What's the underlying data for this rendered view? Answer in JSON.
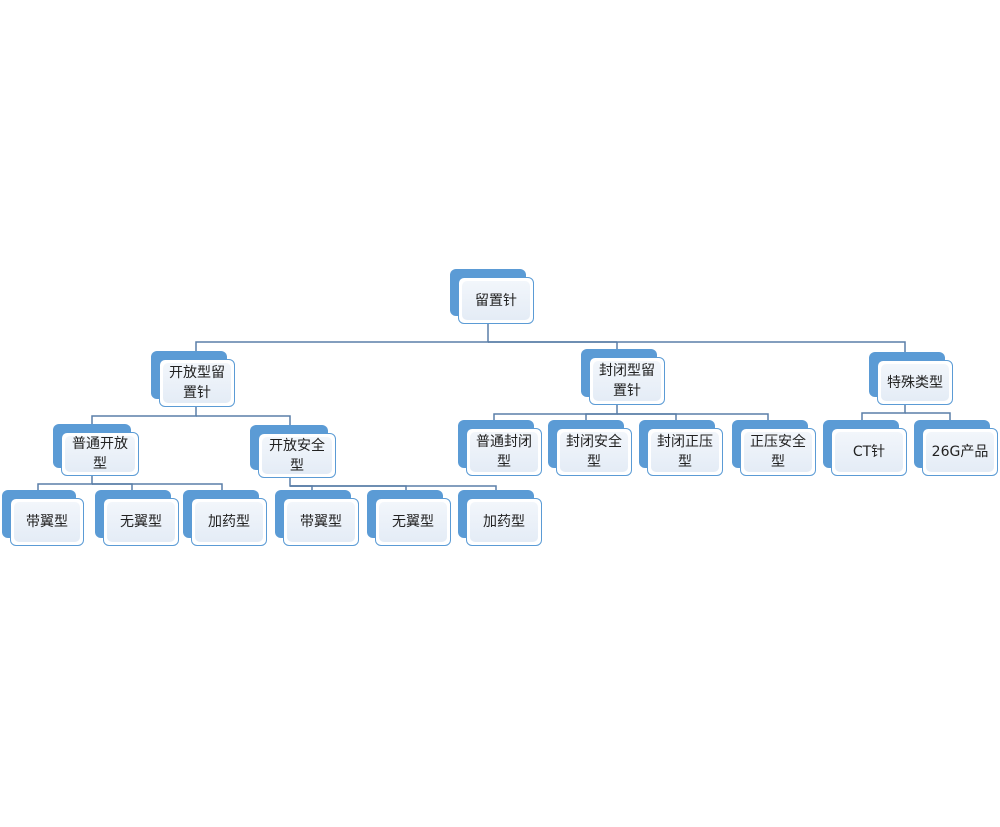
{
  "colors": {
    "accent": "#5b9bd5",
    "line": "#5a7fa8"
  },
  "tree": {
    "root": "留置针",
    "children": [
      {
        "label": "开放型留置针",
        "children": [
          {
            "label": "普通开放型",
            "children": [
              "带翼型",
              "无翼型",
              "加药型"
            ]
          },
          {
            "label": "开放安全型",
            "children": [
              "带翼型",
              "无翼型",
              "加药型"
            ]
          }
        ]
      },
      {
        "label": "封闭型留置针",
        "children": [
          {
            "label": "普通封闭型"
          },
          {
            "label": "封闭安全型"
          },
          {
            "label": "封闭正压型"
          },
          {
            "label": "正压安全型"
          }
        ]
      },
      {
        "label": "特殊类型",
        "children": [
          {
            "label": "CT针"
          },
          {
            "label": "26G产品"
          }
        ]
      }
    ]
  }
}
